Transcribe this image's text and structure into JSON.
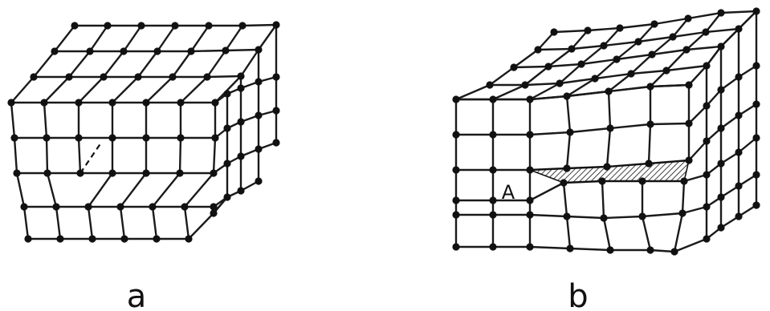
{
  "panels": [
    {
      "id": "a",
      "label": "a"
    },
    {
      "id": "b",
      "label": "b"
    }
  ],
  "annotations": {
    "point_label": "A"
  },
  "colors": {
    "ink": "#111111",
    "background": "#ffffff"
  }
}
